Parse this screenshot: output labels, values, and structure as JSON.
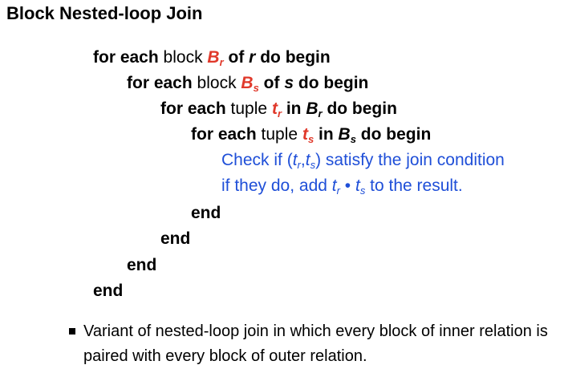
{
  "title": "Block Nested-loop Join",
  "kw": {
    "for_each": "for each",
    "do_begin": "do begin",
    "of": "of",
    "in": "in",
    "end": "end"
  },
  "words": {
    "block": "block",
    "tuple": "tuple"
  },
  "vars": {
    "B": "B",
    "t": "t",
    "r": "r",
    "s": "s"
  },
  "code": {
    "check_prefix": "Check if (",
    "comma": ",",
    "check_suffix": ") satisfy the join condition",
    "add_prefix": "if they do, add ",
    "dot": " • ",
    "add_suffix": " to the result."
  },
  "bullet": "Variant of nested-loop join in which every block of inner relation is paired with every block of outer relation.",
  "colors": {
    "variable_red": "#e0392b",
    "body_blue": "#1f4fd8",
    "text": "#000000"
  }
}
